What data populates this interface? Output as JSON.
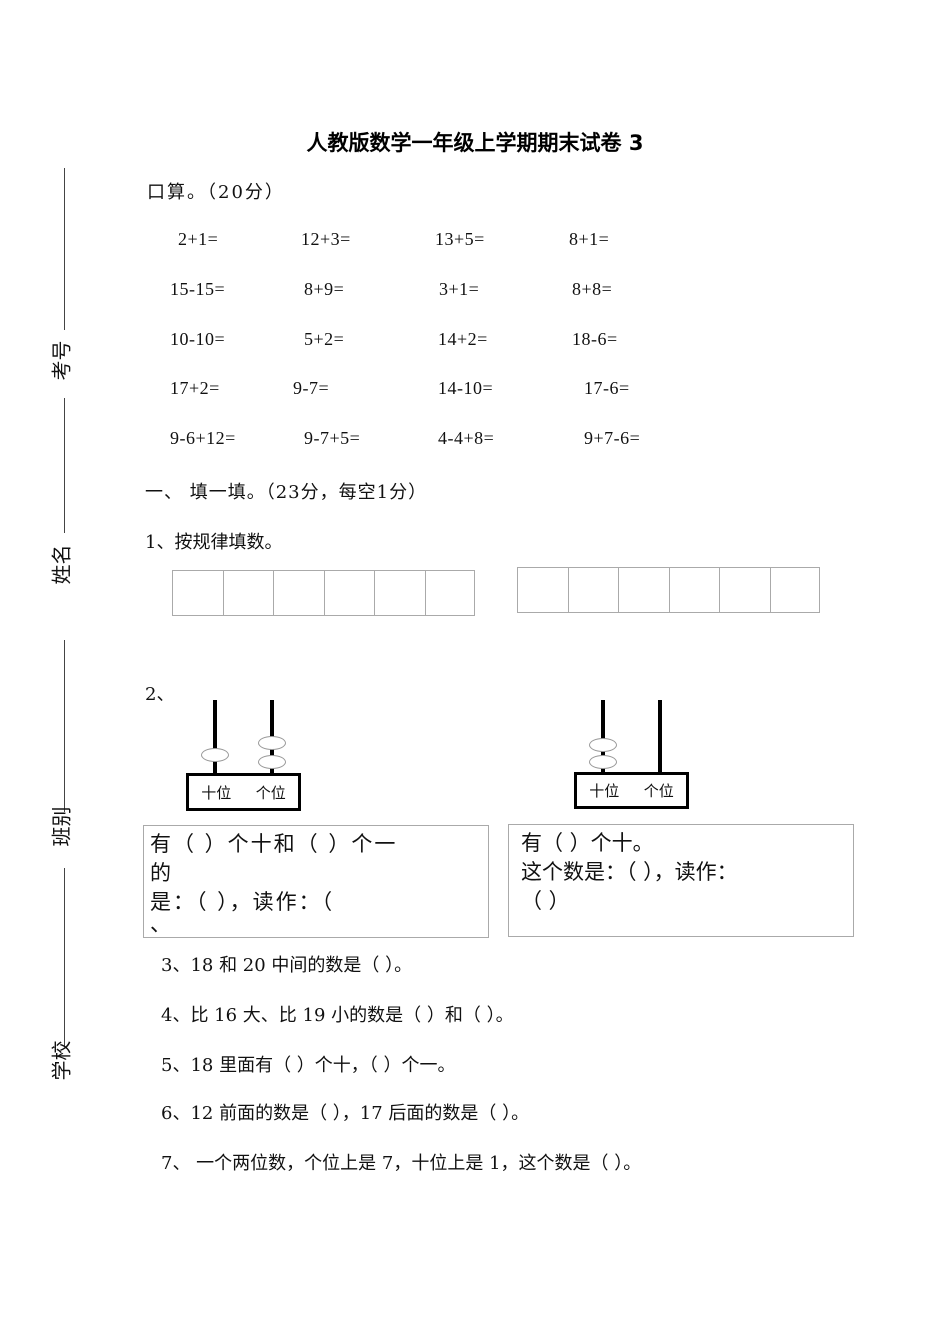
{
  "title": "人教版数学一年级上学期期末试卷 3",
  "side_labels": [
    "考号",
    "姓名",
    "班别",
    "学校"
  ],
  "oral": {
    "heading": "口算。（20分）",
    "rows": [
      [
        "2+1=",
        "12+3=",
        "13+5=",
        "8+1="
      ],
      [
        "15-15=",
        "8+9=",
        "3+1=",
        "8+8="
      ],
      [
        "10-10=",
        "5+2=",
        "14+2=",
        "18-6="
      ],
      [
        "17+2=",
        "9-7=",
        "14-10=",
        "17-6="
      ],
      [
        "9-6+12=",
        "9-7+5=",
        "4-4+8=",
        "9+7-6="
      ]
    ]
  },
  "section1": {
    "heading": "一、  填一填。（23分，每空1分）",
    "q1": "1、按规律填数。",
    "q2": {
      "label": "2、",
      "abacus_left": {
        "tens": 1,
        "ones": 2,
        "tens_label": "十位",
        "ones_label": "个位"
      },
      "abacus_right": {
        "tens": 2,
        "ones": 0,
        "tens_label": "十位",
        "ones_label": "个位"
      },
      "box_left": [
        "有（    ）个十和（    ）个一",
        "的",
        "是：（      ），读作：（",
        "、"
      ],
      "box_right": [
        "有（   ）个十。",
        "这个数是：（     ），读作：",
        "（    ）"
      ]
    },
    "q3": "3、18 和 20 中间的数是（   ）。",
    "q4": "4、比 16 大、比 19 小的数是（      ）和（       ）。",
    "q5": "5、18 里面有（       ）个十，（       ）个一。",
    "q6": "6、12 前面的数是（      ），17 后面的数是（        ）。",
    "q7": "7、  一个两位数，个位上是 7，十位上是 1，这个数是（      ）。"
  }
}
